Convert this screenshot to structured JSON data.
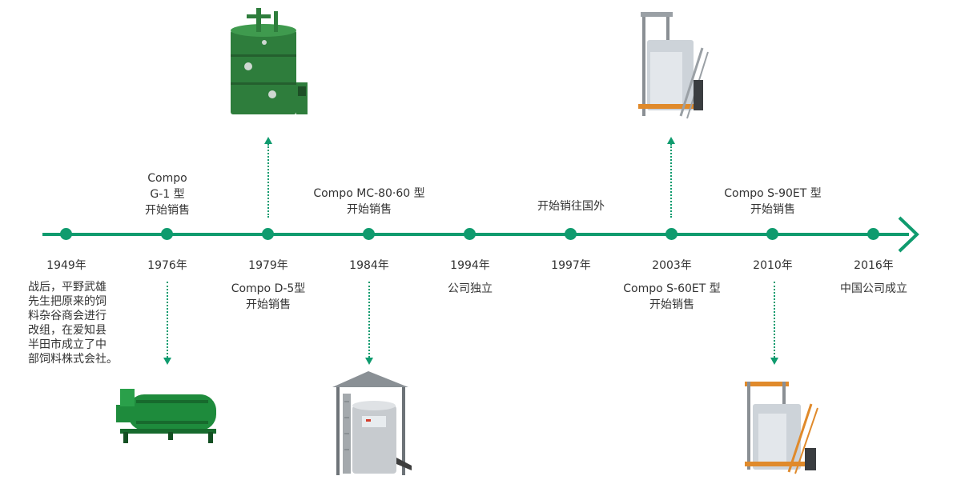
{
  "timeline": {
    "accent_color": "#0f9b6e",
    "milestones": [
      {
        "year": "1949年",
        "description": [
          "战后，平野武雄",
          "先生把原来的饲",
          "料杂谷商会进行",
          "改组，在爱知县",
          "半田市成立了中",
          "部饲料株式会社。"
        ]
      },
      {
        "year": "1976年",
        "label": [
          "Compo",
          "G-1 型",
          "开始销售"
        ]
      },
      {
        "year": "1979年",
        "label": [
          "Compo D-5型",
          "开始销售"
        ]
      },
      {
        "year": "1984年",
        "label": [
          "Compo MC-80·60 型",
          "开始销售"
        ]
      },
      {
        "year": "1994年",
        "label": [
          "公司独立"
        ]
      },
      {
        "year": "1997年",
        "label": [
          "开始销往国外"
        ]
      },
      {
        "year": "2003年",
        "label": [
          "Compo S-60ET 型",
          "开始销售"
        ]
      },
      {
        "year": "2010年",
        "label": [
          "Compo S-90ET 型",
          "开始销售"
        ]
      },
      {
        "year": "2016年",
        "label": [
          "中国公司成立"
        ]
      }
    ],
    "images": [
      {
        "name": "green-composter-tank-image"
      },
      {
        "name": "horizontal-drum-composter-image"
      },
      {
        "name": "tower-composter-mc-image"
      },
      {
        "name": "s60et-composter-image"
      },
      {
        "name": "s90et-composter-image"
      }
    ]
  }
}
